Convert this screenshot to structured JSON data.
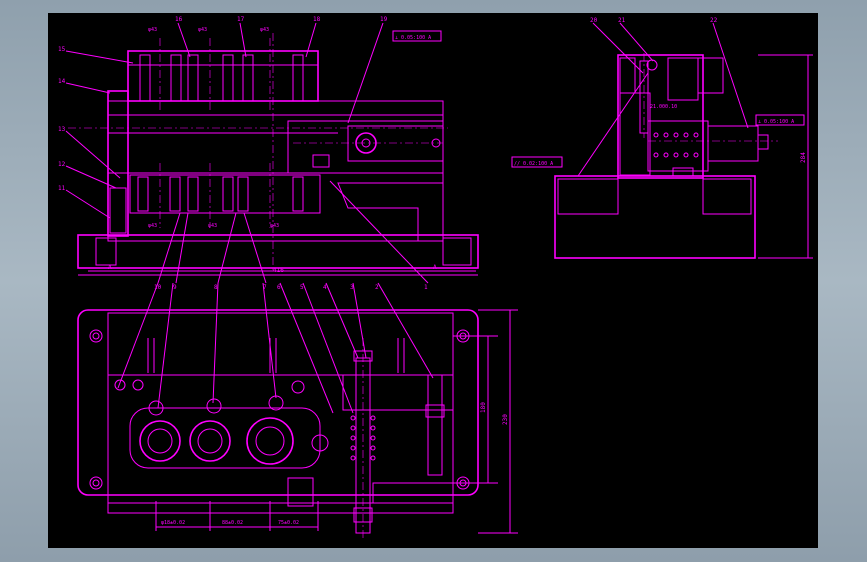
{
  "colors": {
    "background": "#98a8b4",
    "sheet": "#000000",
    "ink": "#ff00ff"
  },
  "front_view": {
    "part_numbers_left": [
      "15",
      "14",
      "13",
      "12",
      "11"
    ],
    "part_numbers_top": [
      "16",
      "17",
      "18",
      "19"
    ],
    "part_numbers_bottom": [
      "10",
      "9",
      "8",
      "7",
      "6",
      "5",
      "4",
      "3",
      "2",
      "1"
    ],
    "bore_labels_top": [
      "φ43",
      "φ43",
      "φ43"
    ],
    "bore_labels_bottom": [
      "φ43",
      "φ43",
      "φ43"
    ],
    "tolerance_box": "⊥ 0.05:100 A",
    "datum": "A",
    "overall_width": "416"
  },
  "side_view": {
    "part_numbers": [
      "20",
      "21",
      "22"
    ],
    "note": "21.000.10",
    "tolerance_box_upper": "⊥ 0.05:100 A",
    "tolerance_box_lower": "// 0.02:100 A",
    "height_dim": "284"
  },
  "top_view": {
    "part_numbers": [
      "10",
      "9",
      "8",
      "7",
      "6",
      "5",
      "4",
      "3",
      "2",
      "1"
    ],
    "dims_bottom": [
      "φ18±0.02",
      "88±0.02",
      "75±0.02"
    ],
    "dim_right_inner": "180",
    "dim_right_outer": "230"
  }
}
